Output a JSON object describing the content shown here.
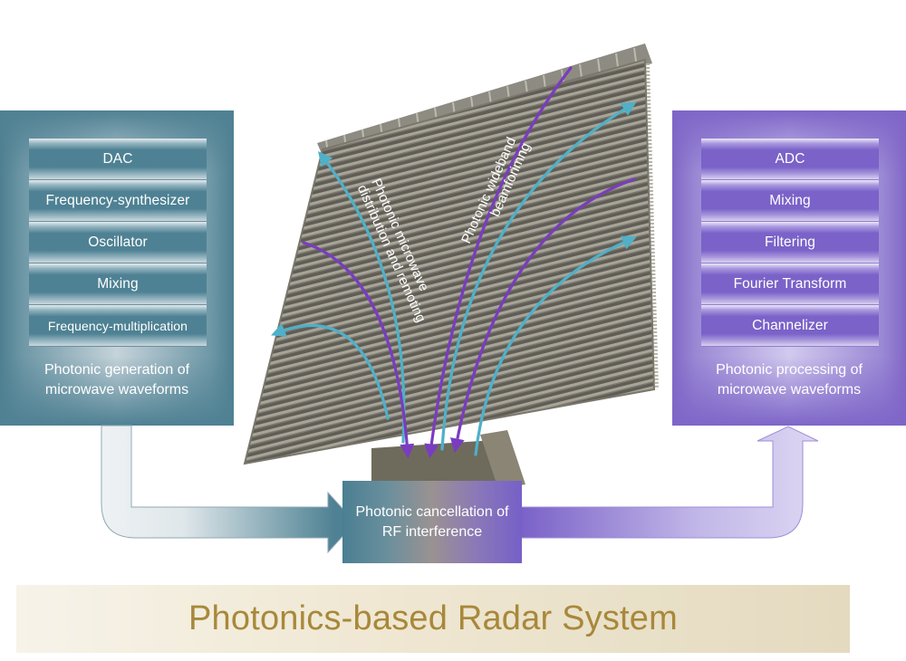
{
  "diagram": {
    "title": "Photonics-based Radar System",
    "left_panel": {
      "items": [
        "DAC",
        "Frequency-synthesizer",
        "Oscillator",
        "Mixing",
        "Frequency-multiplication"
      ],
      "caption_line1": "Photonic generation of",
      "caption_line2": "microwave waveforms"
    },
    "right_panel": {
      "items": [
        "ADC",
        "Mixing",
        "Filtering",
        "Fourier Transform",
        "Channelizer"
      ],
      "caption_line1": "Photonic processing of",
      "caption_line2": "microwave waveforms"
    },
    "center_box": {
      "line1": "Photonic cancellation of",
      "line2": "RF interference"
    },
    "radar_labels": {
      "distribution_line1": "Photonic microwave",
      "distribution_line2": "distribution and remoting",
      "beamforming_line1": "Photonic wideband",
      "beamforming_line2": "beamforimng"
    },
    "colors": {
      "teal": "#4e8193",
      "purple": "#7a62c8",
      "arrow_cyan": "#4fb0c8",
      "arrow_violet": "#7a3cc0",
      "title_gold": "#a8883a"
    }
  }
}
